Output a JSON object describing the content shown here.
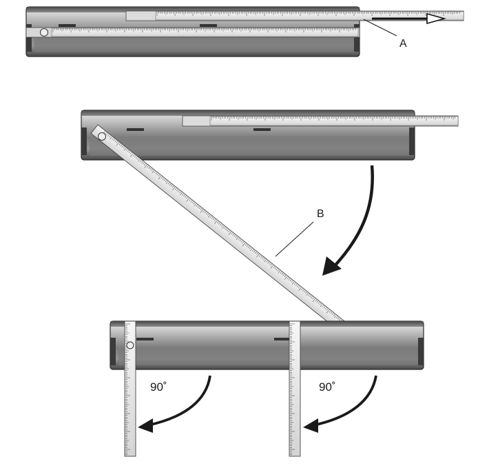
{
  "callouts": {
    "a": "A",
    "b": "B"
  },
  "angles": {
    "left": "90˚",
    "right": "90˚"
  },
  "icons": {
    "arrow": "curved-arrow-icon",
    "hinge": "pivot-icon"
  },
  "colors": {
    "housing_dark": "#5a5a5a",
    "housing_mid": "#8e8e8e",
    "housing_light": "#c9c9c9",
    "ruler_face": "#e9e9e9",
    "ink": "#1a1a1a"
  }
}
